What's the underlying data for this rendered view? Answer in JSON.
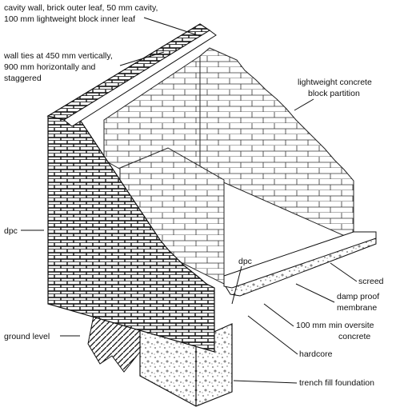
{
  "labels": {
    "cavity_wall_1": "cavity wall, brick outer leaf, 50 mm cavity,",
    "cavity_wall_2": "100 mm lightweight block inner leaf",
    "wall_ties_1": "wall ties at 450 mm vertically,",
    "wall_ties_2": "900 mm horizontally and",
    "wall_ties_3": "staggered",
    "partition_1": "lightweight concrete",
    "partition_2": "block partition",
    "dpc_left": "dpc",
    "dpc_center": "dpc",
    "screed": "screed",
    "dpm_1": "damp proof",
    "dpm_2": "membrane",
    "oversite_1": "100 mm min oversite",
    "oversite_2": "concrete",
    "hardcore": "hardcore",
    "ground_level": "ground level",
    "trench_fill": "trench fill foundation"
  }
}
